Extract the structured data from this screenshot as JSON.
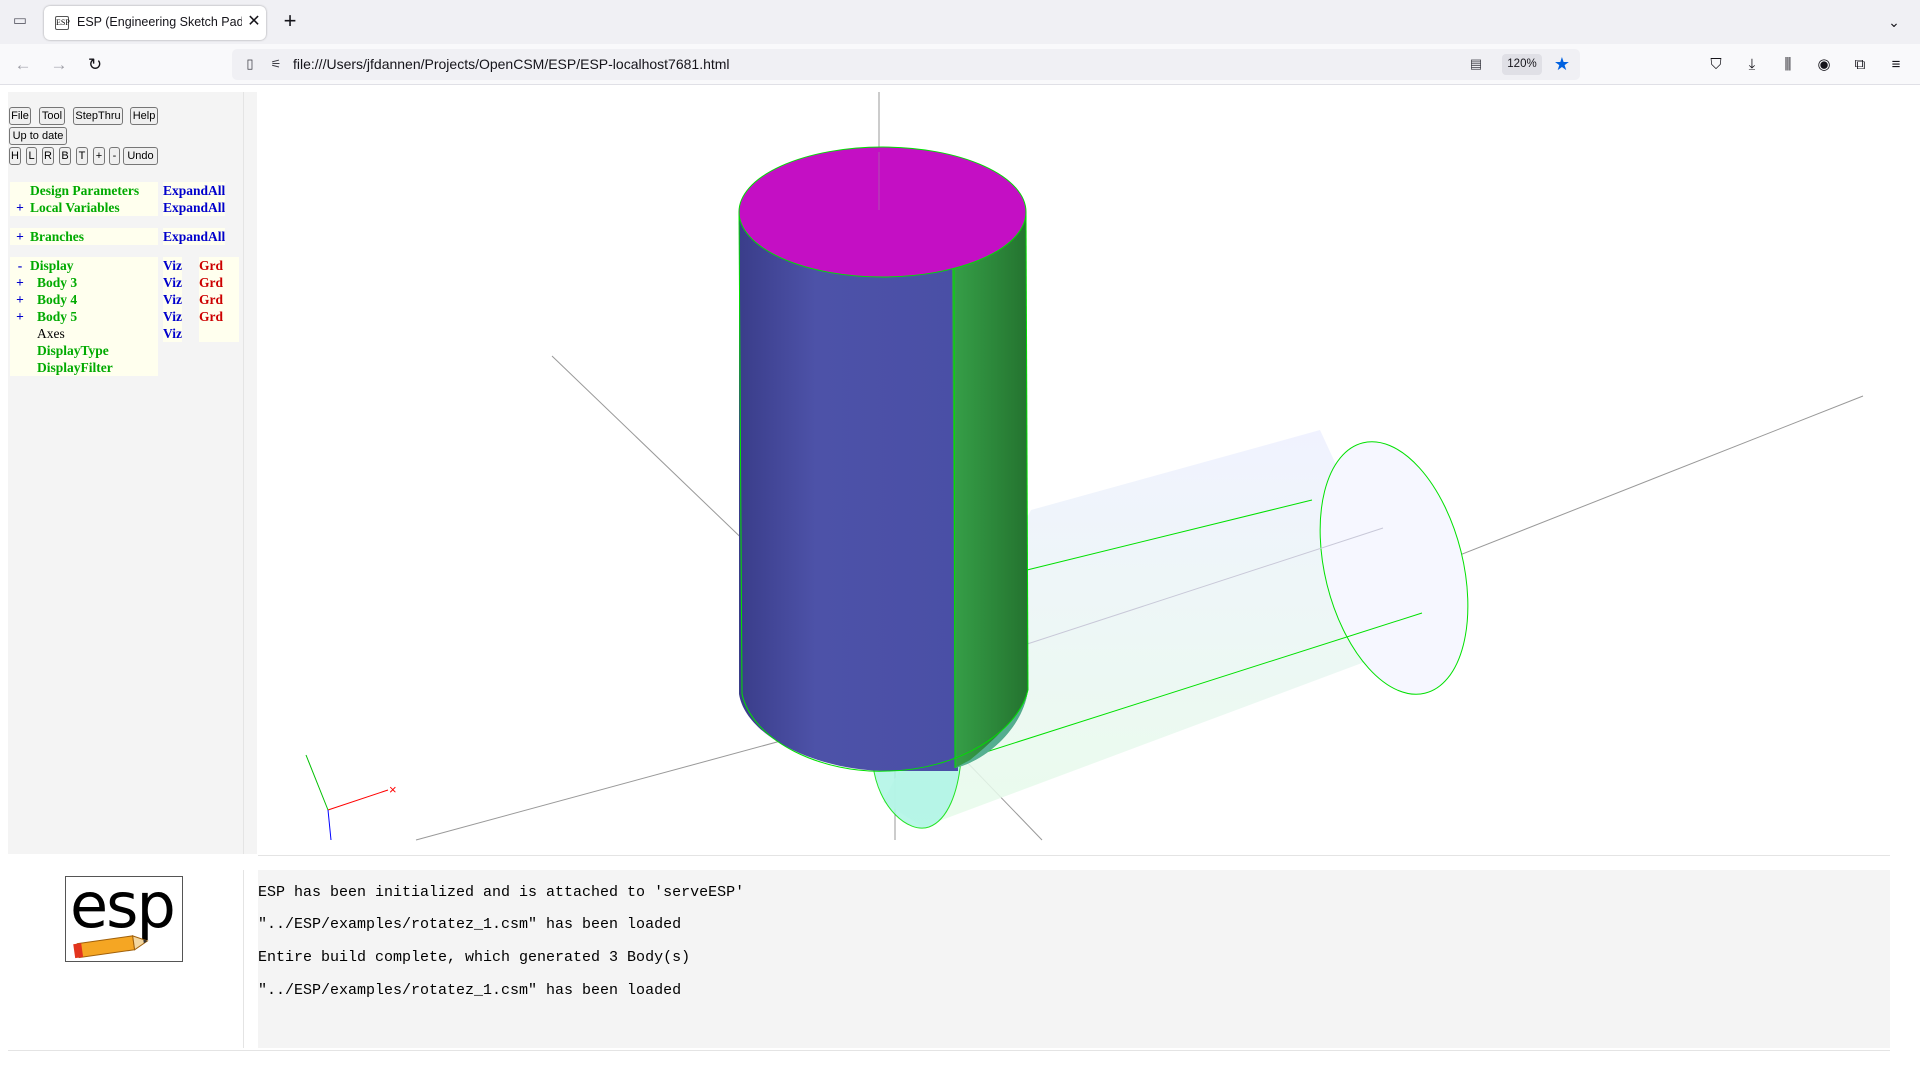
{
  "browser": {
    "tab_title": "ESP (Engineering Sketch Pad, V",
    "favicon_text": "ESP",
    "close_glyph": "✕",
    "new_tab_glyph": "+",
    "url": "file:///Users/jfdannen/Projects/OpenCSM/ESP/ESP-localhost7681.html",
    "zoom": "120%",
    "icons": {
      "tab_overview": "tab-overview-icon",
      "back": "back-arrow-icon",
      "forward": "forward-arrow-icon",
      "reload": "reload-icon",
      "page": "page-icon",
      "permissions": "permissions-icon",
      "reader": "reader-view-icon",
      "bookmark": "bookmark-star-icon",
      "pocket": "pocket-icon",
      "downloads": "download-icon",
      "library": "library-icon",
      "account": "account-icon",
      "extensions": "extensions-icon",
      "menu": "hamburger-menu-icon"
    },
    "bookmark_color": "#0061e0"
  },
  "toolbar": {
    "file": "File",
    "tool": "Tool",
    "stepthru": "StepThru",
    "help": "Help",
    "status": "Up to date",
    "view_buttons": [
      "H",
      "L",
      "R",
      "B",
      "T",
      "+",
      "-"
    ],
    "undo": "Undo"
  },
  "tree": {
    "design_parameters": {
      "label": "Design Parameters",
      "action": "ExpandAll"
    },
    "local_variables": {
      "sign": "+",
      "label": "Local Variables",
      "action": "ExpandAll"
    },
    "branches": {
      "sign": "+",
      "label": "Branches",
      "action": "ExpandAll"
    },
    "display": {
      "sign": "-",
      "label": "Display",
      "viz": "Viz",
      "grd": "Grd"
    },
    "bodies": [
      {
        "sign": "+",
        "label": "Body 3",
        "viz": "Viz",
        "grd": "Grd"
      },
      {
        "sign": "+",
        "label": "Body 4",
        "viz": "Viz",
        "grd": "Grd"
      },
      {
        "sign": "+",
        "label": "Body 5",
        "viz": "Viz",
        "grd": "Grd"
      }
    ],
    "axes": {
      "label": "Axes",
      "viz": "Viz"
    },
    "display_type": "DisplayType",
    "display_filter": "DisplayFilter"
  },
  "scene": {
    "colors": {
      "top_cap": "#c40fc4",
      "cylinder_side": "#4a4fa6",
      "cylinder_green": "#2e8c3c",
      "edges": "#00e000",
      "axes_lines": "#888888",
      "axis_x": "#ff0000",
      "axis_y": "#00c000",
      "axis_z": "#0000ff"
    }
  },
  "messages": [
    "ESP has been initialized and is attached to 'serveESP'",
    "\"../ESP/examples/rotatez_1.csm\" has been loaded",
    "Entire build complete, which generated 3 Body(s)",
    "\"../ESP/examples/rotatez_1.csm\" has been loaded"
  ],
  "logo": {
    "text": "esp"
  }
}
